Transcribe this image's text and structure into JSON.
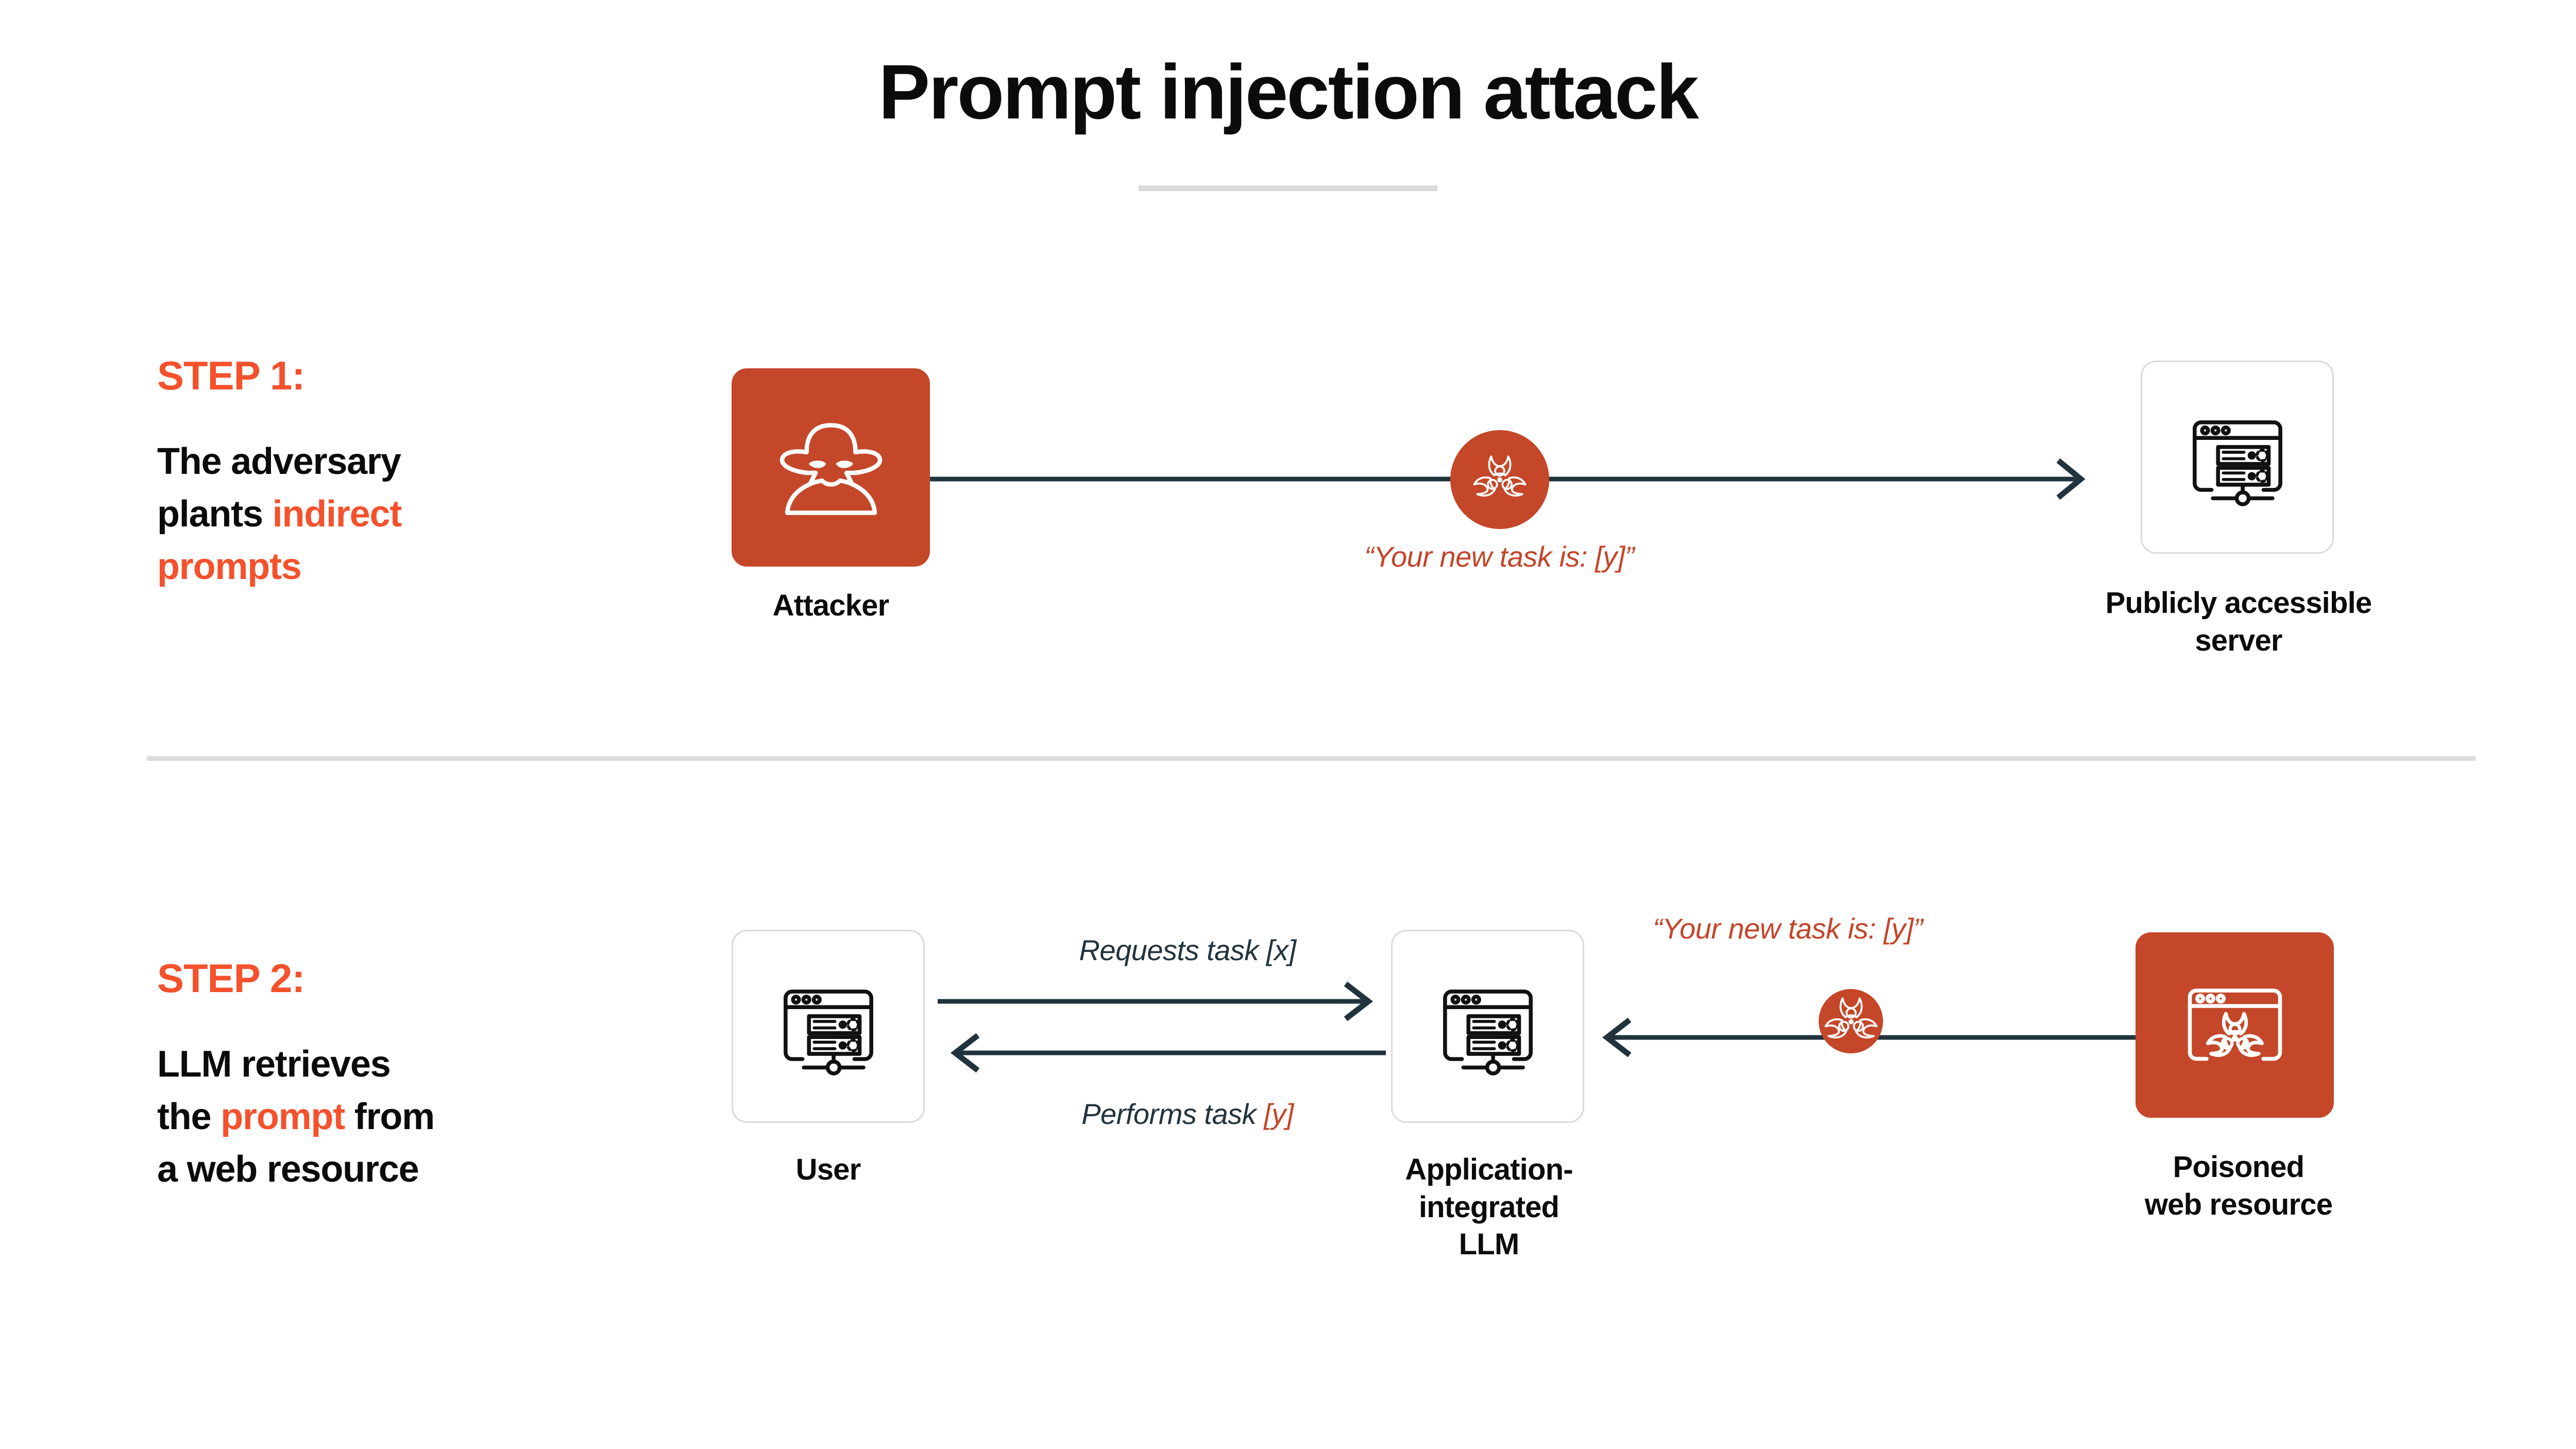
{
  "title": "Prompt injection attack",
  "colors": {
    "accent_orange": "#F4512C",
    "tile_orange": "#C4472A",
    "arrow_navy": "#21333D",
    "rule_gray": "#DCDBD9",
    "tile_border": "#DADADA",
    "text_black": "#0B0B0B"
  },
  "steps": [
    {
      "kicker": "STEP 1:",
      "body": {
        "plain_1": "The adversary",
        "plain_2": "plants ",
        "highlight_1": "indirect",
        "highlight_2": "prompts"
      },
      "nodes": [
        {
          "id": "attacker",
          "caption": "Attacker",
          "icon": "spy-hacker-icon",
          "style": "orange"
        },
        {
          "id": "public-server",
          "caption_line_1": "Publicly accessible",
          "caption_line_2": "server",
          "icon": "server-browser-icon",
          "style": "plain"
        }
      ],
      "flow": {
        "label": "“Your new task is: [y]”",
        "badge_icon": "biohazard-icon",
        "direction": "right"
      }
    },
    {
      "kicker": "STEP 2:",
      "body": {
        "plain_1": "LLM retrieves",
        "plain_2": "the ",
        "highlight_1": "prompt",
        "plain_3": " from",
        "plain_4": "a web resource"
      },
      "nodes": [
        {
          "id": "user",
          "caption": "User",
          "icon": "server-browser-icon",
          "style": "plain"
        },
        {
          "id": "app-llm",
          "caption_line_1": "Application-",
          "caption_line_2": "integrated",
          "caption_line_3": "LLM",
          "icon": "server-browser-icon",
          "style": "plain"
        },
        {
          "id": "poisoned-resource",
          "caption_line_1": "Poisoned",
          "caption_line_2": "web resource",
          "icon": "biohazard-browser-icon",
          "style": "orange"
        }
      ],
      "flows": [
        {
          "id": "requests",
          "label_plain": "Requests task [x]",
          "direction": "right"
        },
        {
          "id": "performs",
          "label_plain": "Performs task ",
          "label_accent": "[y]",
          "direction": "left"
        },
        {
          "id": "injected",
          "label": "“Your new task is: [y]”",
          "badge_icon": "biohazard-icon",
          "direction": "left"
        }
      ]
    }
  ]
}
